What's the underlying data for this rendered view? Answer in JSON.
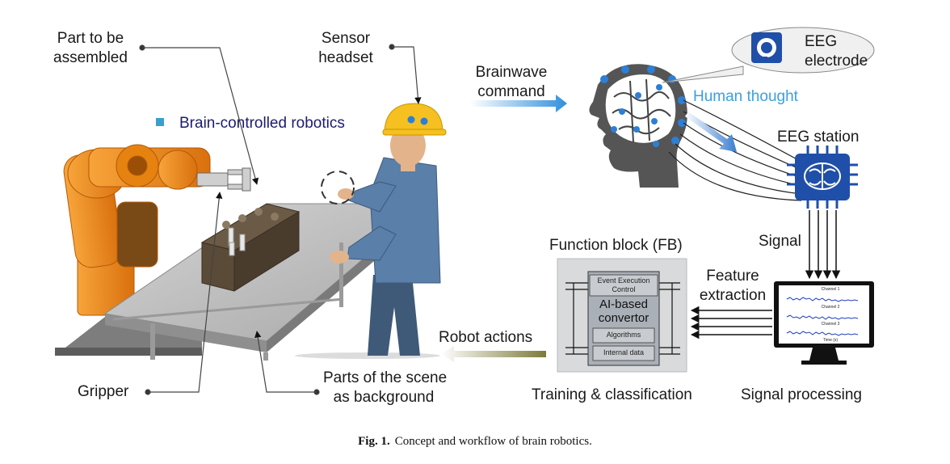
{
  "labels": {
    "part_to_be_assembled": [
      "Part to be",
      "assembled"
    ],
    "sensor_headset": [
      "Sensor",
      "headset"
    ],
    "brainwave_command": [
      "Brainwave",
      "command"
    ],
    "eeg_electrode": [
      "EEG",
      "electrode"
    ],
    "human_thought": "Human thought",
    "brain_controlled_robotics": "Brain-controlled robotics",
    "eeg_station": "EEG station",
    "signal": "Signal",
    "function_block": "Function block (FB)",
    "feature_extraction": [
      "Feature",
      "extraction"
    ],
    "robot_actions": "Robot actions",
    "gripper": "Gripper",
    "parts_of_scene": [
      "Parts of the",
      "scene",
      "as background"
    ],
    "training_classification": "Training & classification",
    "signal_processing": "Signal processing"
  },
  "function_block": {
    "event_execution": [
      "Event Execution",
      "Control"
    ],
    "ai_convertor": [
      "AI-based",
      "convertor"
    ],
    "algorithms": "Algorithms",
    "internal_data": "Internal data"
  },
  "monitor": {
    "channels": [
      "Channel 1",
      "Channel 2",
      "Channel 3"
    ],
    "axis_label": "Time (s)"
  },
  "caption": {
    "label": "Fig. 1.",
    "text": "Concept and workflow of brain robotics."
  },
  "colors": {
    "robot_orange": "#f08a1c",
    "accent_blue": "#3aa0e0",
    "navy_text": "#1c1c6e",
    "eeg_chip": "#1f4fa8"
  }
}
